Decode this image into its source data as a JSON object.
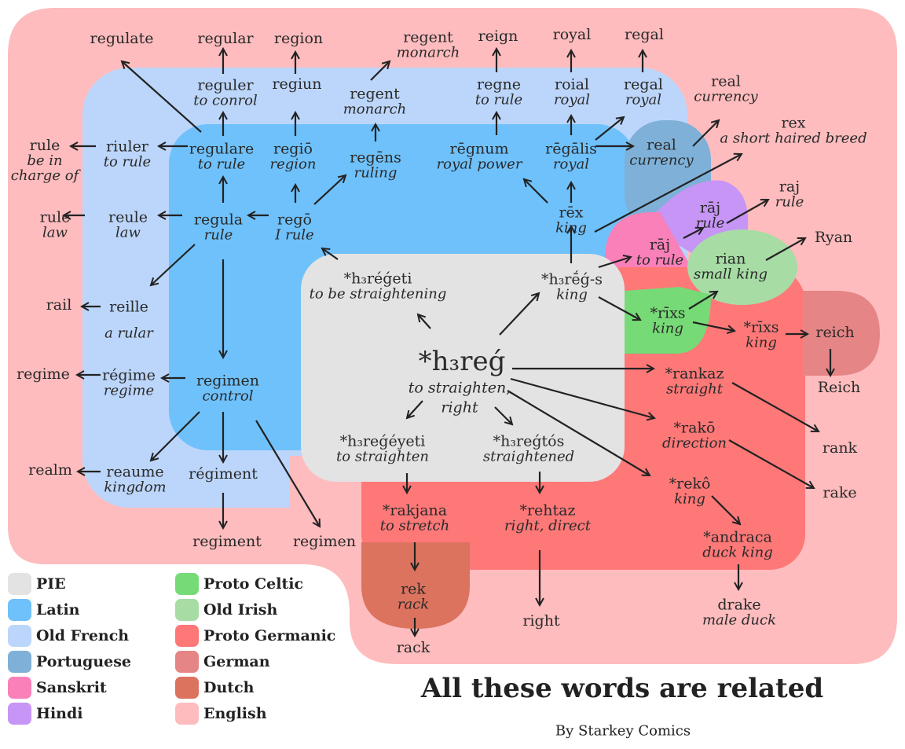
{
  "title": "All these words are related",
  "byline": "By Starkey Comics",
  "colors": {
    "pie": "#e3e3e3",
    "latin": "#6fc1fb",
    "old_french": "#bcd6fb",
    "portuguese": "#7fb1d8",
    "sanskrit": "#f980b8",
    "hindi": "#c695f6",
    "proto_celtic": "#76db76",
    "old_irish": "#a7dca5",
    "proto_germanic": "#fe7878",
    "german": "#e58585",
    "dutch": "#dc735f",
    "english": "#febcbe",
    "arrow": "#222222"
  },
  "legend": [
    {
      "label": "PIE",
      "color": "#e3e3e3"
    },
    {
      "label": "Latin",
      "color": "#6fc1fb"
    },
    {
      "label": "Old French",
      "color": "#bcd6fb"
    },
    {
      "label": "Portuguese",
      "color": "#7fb1d8"
    },
    {
      "label": "Sanskrit",
      "color": "#f980b8"
    },
    {
      "label": "Hindi",
      "color": "#c695f6"
    },
    {
      "label": "Proto Celtic",
      "color": "#76db76"
    },
    {
      "label": "Old Irish",
      "color": "#a7dca5"
    },
    {
      "label": "Proto Germanic",
      "color": "#fe7878"
    },
    {
      "label": "German",
      "color": "#e58585"
    },
    {
      "label": "Dutch",
      "color": "#dc735f"
    },
    {
      "label": "English",
      "color": "#febcbe"
    }
  ],
  "words": {
    "root": {
      "word": "*h₃reǵ",
      "gloss": "to straighten, right"
    },
    "pie_regeti": {
      "word": "*h₃réǵeti",
      "gloss": "to be straightening"
    },
    "pie_regs": {
      "word": "*h₃rḗǵ-s",
      "gloss": "king"
    },
    "pie_regeyeti": {
      "word": "*h₃reǵéyeti",
      "gloss": "to straighten"
    },
    "pie_regtos": {
      "word": "*h₃reǵtós",
      "gloss": "straightened"
    },
    "la_rego": {
      "word": "regō",
      "gloss": "I rule"
    },
    "la_regula": {
      "word": "regula",
      "gloss": "rule"
    },
    "la_regulare": {
      "word": "regulare",
      "gloss": "to rule"
    },
    "la_regio": {
      "word": "regiō",
      "gloss": "region"
    },
    "la_regens": {
      "word": "regēns",
      "gloss": "ruling"
    },
    "la_regnum": {
      "word": "rēgnum",
      "gloss": "royal power"
    },
    "la_regalis": {
      "word": "rēgālis",
      "gloss": "royal"
    },
    "la_rex": {
      "word": "rēx",
      "gloss": "king"
    },
    "la_regimen": {
      "word": "regimen",
      "gloss": "control"
    },
    "of_reguler": {
      "word": "reguler",
      "gloss": "to conrol"
    },
    "of_regiun": {
      "word": "regiun",
      "gloss": ""
    },
    "of_regent": {
      "word": "regent",
      "gloss": "monarch"
    },
    "of_regne": {
      "word": "regne",
      "gloss": "to rule"
    },
    "of_roial": {
      "word": "roial",
      "gloss": "royal"
    },
    "of_regal": {
      "word": "regal",
      "gloss": "royal"
    },
    "of_riuler": {
      "word": "riuler",
      "gloss": "to rule"
    },
    "of_reule": {
      "word": "reule",
      "gloss": "law"
    },
    "of_reille": {
      "word": "reille",
      "gloss": "a rular"
    },
    "of_regime": {
      "word": "régime",
      "gloss": "regime"
    },
    "of_reaume": {
      "word": "reaume",
      "gloss": "kingdom"
    },
    "of_regiment": {
      "word": "régiment",
      "gloss": ""
    },
    "pt_real": {
      "word": "real",
      "gloss": "currency"
    },
    "sa_raj": {
      "word": "rāj",
      "gloss": "to rule"
    },
    "hi_raj": {
      "word": "rāj",
      "gloss": "rule"
    },
    "pc_rixs": {
      "word": "*rīxs",
      "gloss": "king"
    },
    "oi_rian": {
      "word": "rian",
      "gloss": "small king"
    },
    "pg_rixs": {
      "word": "*rīxs",
      "gloss": "king"
    },
    "pg_rankaz": {
      "word": "*rankaz",
      "gloss": "straight"
    },
    "pg_rako": {
      "word": "*rakō",
      "gloss": "direction"
    },
    "pg_reko": {
      "word": "*rekô",
      "gloss": "king"
    },
    "pg_andraca": {
      "word": "*andraca",
      "gloss": "duck king"
    },
    "pg_rakjana": {
      "word": "*rakjana",
      "gloss": "to stretch"
    },
    "pg_rehtaz": {
      "word": "*rehtaz",
      "gloss": "right, direct"
    },
    "de_reich": {
      "word": "reich",
      "gloss": ""
    },
    "nl_rek": {
      "word": "rek",
      "gloss": "rack"
    },
    "en_regulate": {
      "word": "regulate",
      "gloss": ""
    },
    "en_regular": {
      "word": "regular",
      "gloss": ""
    },
    "en_region": {
      "word": "region",
      "gloss": ""
    },
    "en_regent": {
      "word": "regent",
      "gloss": "monarch"
    },
    "en_reign": {
      "word": "reign",
      "gloss": ""
    },
    "en_royal": {
      "word": "royal",
      "gloss": ""
    },
    "en_regal": {
      "word": "regal",
      "gloss": ""
    },
    "en_real": {
      "word": "real",
      "gloss": "currency"
    },
    "en_rex": {
      "word": "rex",
      "gloss": "a short haired breed"
    },
    "en_raj": {
      "word": "raj",
      "gloss": "rule"
    },
    "en_ryan": {
      "word": "Ryan",
      "gloss": ""
    },
    "en_rule1": {
      "word": "rule",
      "gloss": "be in charge of"
    },
    "en_rule2": {
      "word": "rule",
      "gloss": "law"
    },
    "en_rail": {
      "word": "rail",
      "gloss": ""
    },
    "en_regime": {
      "word": "regime",
      "gloss": ""
    },
    "en_realm": {
      "word": "realm",
      "gloss": ""
    },
    "en_regiment": {
      "word": "regiment",
      "gloss": ""
    },
    "en_regimen": {
      "word": "regimen",
      "gloss": ""
    },
    "en_rack": {
      "word": "rack",
      "gloss": ""
    },
    "en_right": {
      "word": "right",
      "gloss": ""
    },
    "en_drake": {
      "word": "drake",
      "gloss": "male duck"
    },
    "en_rank": {
      "word": "rank",
      "gloss": ""
    },
    "en_rake": {
      "word": "rake",
      "gloss": ""
    },
    "en_reich": {
      "word": "Reich",
      "gloss": ""
    }
  }
}
